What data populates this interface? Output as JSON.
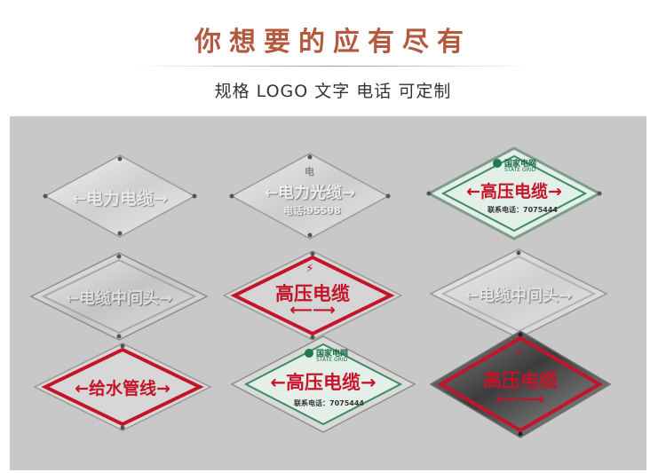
{
  "header": {
    "title": "你想要的应有尽有",
    "subtitle": "规格  LOGO  文字  电话  可定制"
  },
  "plates": [
    {
      "label": "←电力电缆→"
    },
    {
      "top": "电",
      "label": "←电力光缆→",
      "phone": "电话:95598"
    },
    {
      "logo_cn": "国家电网",
      "logo_en": "STATE GRID",
      "label": "←高压电缆→",
      "contact": "联系电话：7075444"
    },
    {
      "label": "←电缆中间头→"
    },
    {
      "bolt": "⚡",
      "label": "高压电缆",
      "arrow": "⟵⟶"
    },
    {
      "label": "←电缆中间头→"
    },
    {
      "label": "←给水管线→"
    },
    {
      "logo_cn": "国家电网",
      "logo_en": "STATE GRID",
      "label": "←高压电缆→",
      "contact": "联系电话：7075444"
    },
    {
      "bolt": "⚡",
      "label": "高压电缆",
      "arrow": "⟵⟶"
    }
  ]
}
